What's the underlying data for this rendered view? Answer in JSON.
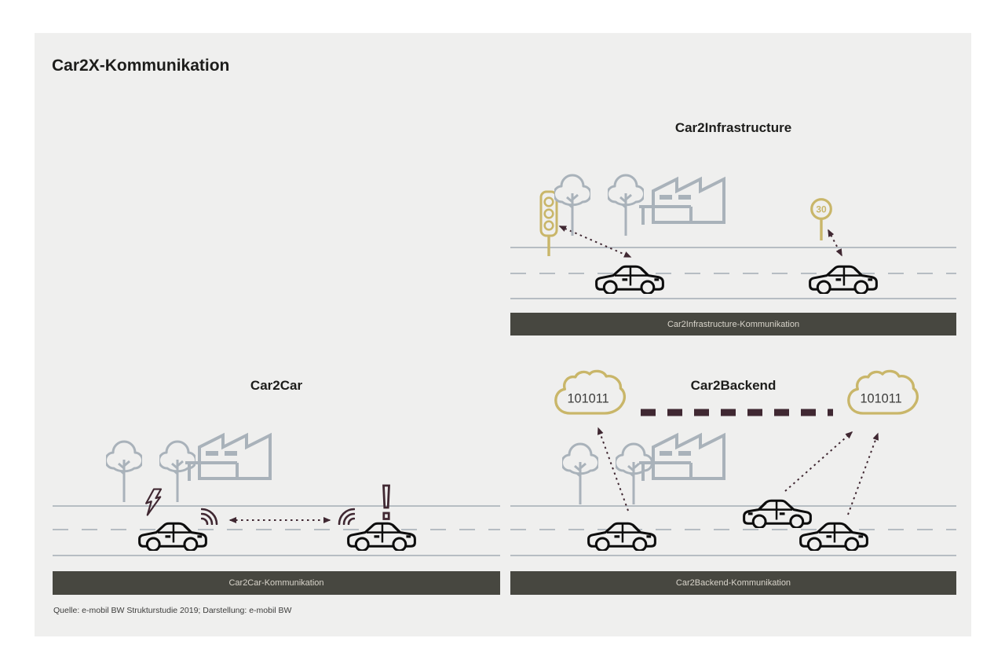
{
  "title": "Car2X-Kommunikation",
  "source": "Quelle: e-mobil BW Strukturstudie 2019; Darstellung: e-mobil BW",
  "infrastructure": {
    "title": "Car2Infrastructure",
    "bar_label": "Car2Infrastructure-Kommunikation",
    "speed_sign_value": "30"
  },
  "car2car": {
    "title": "Car2Car",
    "bar_label": "Car2Car-Kommunikation"
  },
  "backend": {
    "title": "Car2Backend",
    "bar_label": "Car2Backend-Kommunikation",
    "cloud_left_value": "101011",
    "cloud_right_value": "101011"
  },
  "icons": {
    "traffic_light": "traffic-light-icon",
    "speed_sign": "speed-limit-30-icon",
    "tree": "tree-icon",
    "factory": "factory-icon",
    "car": "car-icon",
    "cloud": "data-cloud-icon",
    "lightning": "hazard-lightning-icon",
    "exclamation": "warning-exclamation-icon",
    "wifi": "wifi-signal-icon"
  },
  "colors": {
    "card_bg": "#efefee",
    "icon_gray": "#a9b2ba",
    "road_line": "#b6bdc3",
    "accent_gold": "#c9b669",
    "accent_maroon": "#402832",
    "bar_bg": "#474740",
    "bar_text": "#d9d5cb",
    "title_text": "#1d1d1b"
  }
}
